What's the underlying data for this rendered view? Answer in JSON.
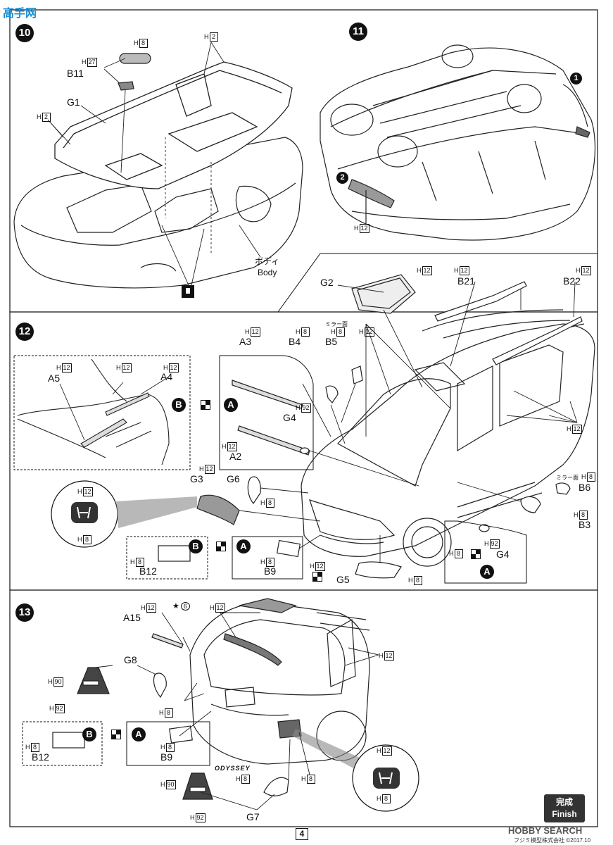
{
  "watermark": {
    "text": "高手网"
  },
  "steps": {
    "s10": {
      "num": "10",
      "h2a": "2",
      "h8": "8",
      "h27": "27",
      "b11": "B11",
      "g1": "G1",
      "h2b": "2",
      "body_jp": "ボディ",
      "body_en": "Body"
    },
    "s11": {
      "num": "11",
      "c1": "1",
      "c2": "2",
      "h12": "12"
    },
    "s12": {
      "num": "12",
      "g2": "G2",
      "b21": "B21",
      "b22": "B22",
      "a3": "A3",
      "b4": "B4",
      "b5": "B5",
      "a5": "A5",
      "a4": "A4",
      "g4a": "G4",
      "a2": "A2",
      "g3": "G3",
      "g6": "G6",
      "b6": "B6",
      "b3": "B3",
      "b12": "B12",
      "b9": "B9",
      "g5": "G5",
      "g4b": "G4",
      "mirror": "ミラー面",
      "h12": "12",
      "h8": "8",
      "h92": "92",
      "opt_a": "A",
      "opt_b": "B"
    },
    "s13": {
      "num": "13",
      "a15": "A15",
      "g8": "G8",
      "star6": "6",
      "b12": "B12",
      "b9": "B9",
      "g7": "G7",
      "h12": "12",
      "h8": "8",
      "h90": "90",
      "h92": "92",
      "odyssey": "ODYSSEY",
      "opt_a": "A",
      "opt_b": "B"
    }
  },
  "finish": {
    "jp": "完成",
    "en": "Finish"
  },
  "page_number": "4",
  "footer": {
    "brand": "HOBBY SEARCH",
    "copyright": "フジミ模型株式会社 ©2017.10"
  },
  "hprefix": "H"
}
